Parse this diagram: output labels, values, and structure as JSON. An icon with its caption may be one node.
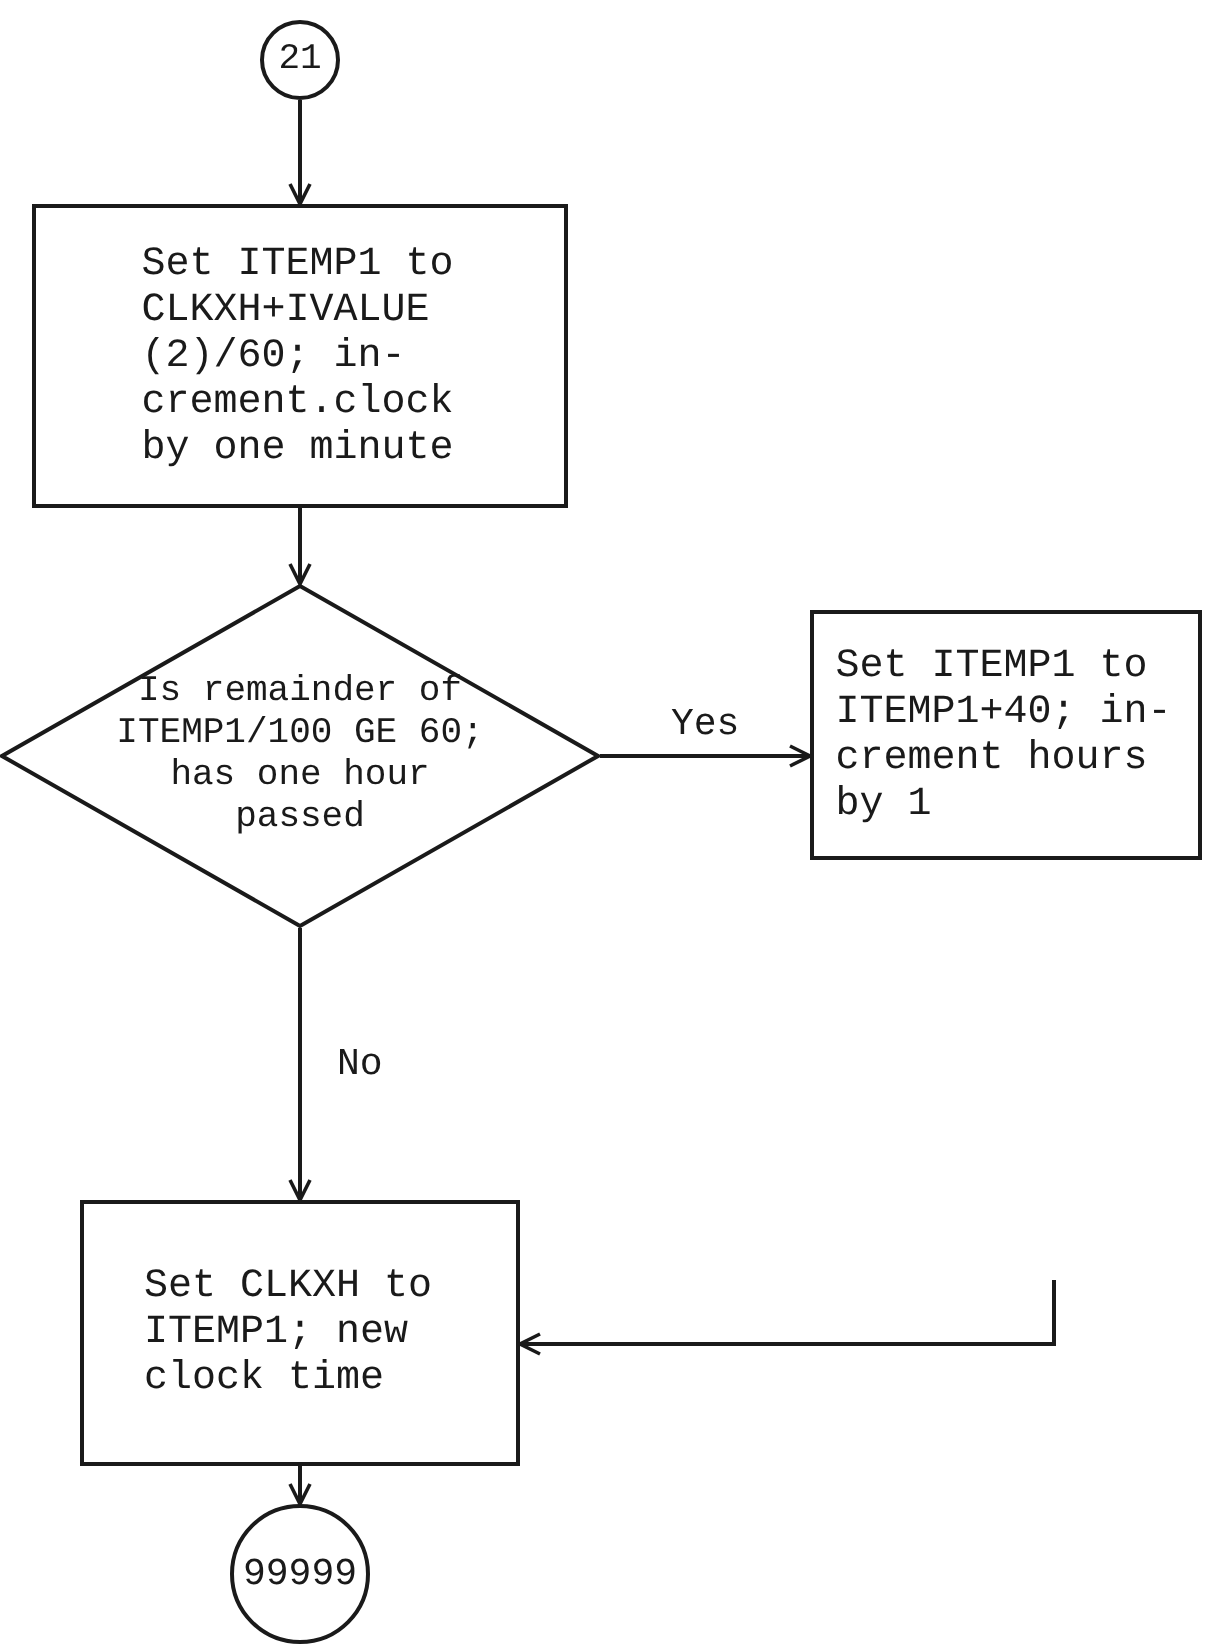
{
  "diagram": {
    "nodes": [
      {
        "text": [
          "21"
        ]
      },
      {
        "text": [
          "Set ITEMP1 to CLKXH+IVALUE (2)/60; in- crement.clock by one minute"
        ]
      },
      {
        "text": [
          "Is remainder of ITEMP1/100 GE 60; has one hour passed"
        ]
      },
      {
        "text": [
          "Set ITEMP1 to ITEMP1+40; in- crement hours by 1"
        ]
      },
      {
        "text": [
          "Set CLKXH to ITEMP1; new clock time"
        ]
      },
      {
        "text": [
          "99999"
        ]
      }
    ],
    "edges": [
      {
        "from": 0,
        "to": 1,
        "arrow": "to"
      },
      {
        "from": 1,
        "to": 2,
        "arrow": "to"
      },
      {
        "from": 2,
        "to": 3,
        "arrow": "to",
        "label": "Yes"
      },
      {
        "from": 2,
        "to": 4,
        "arrow": "to",
        "label": "No"
      },
      {
        "from": null,
        "to": 4,
        "arrow": "to"
      },
      {
        "from": 4,
        "to": 5,
        "arrow": "to"
      }
    ]
  }
}
